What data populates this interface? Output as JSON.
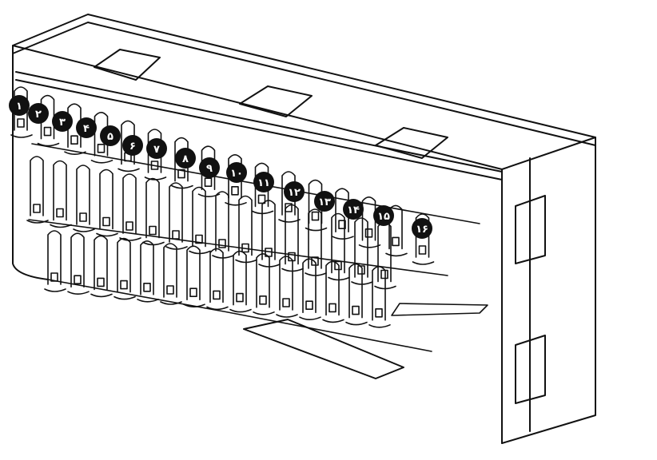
{
  "diagram": {
    "style": {
      "stroke": "#111111",
      "badge_fill": "#111111",
      "badge_text": "#ffffff",
      "background": "#ffffff"
    },
    "pin_labels": [
      "١",
      "٢",
      "٣",
      "۴",
      "۵",
      "۶",
      "٧",
      "٨",
      "٩",
      "١٠",
      "١١",
      "١٢",
      "١٣",
      "١۴",
      "١۵",
      "١۶"
    ]
  }
}
